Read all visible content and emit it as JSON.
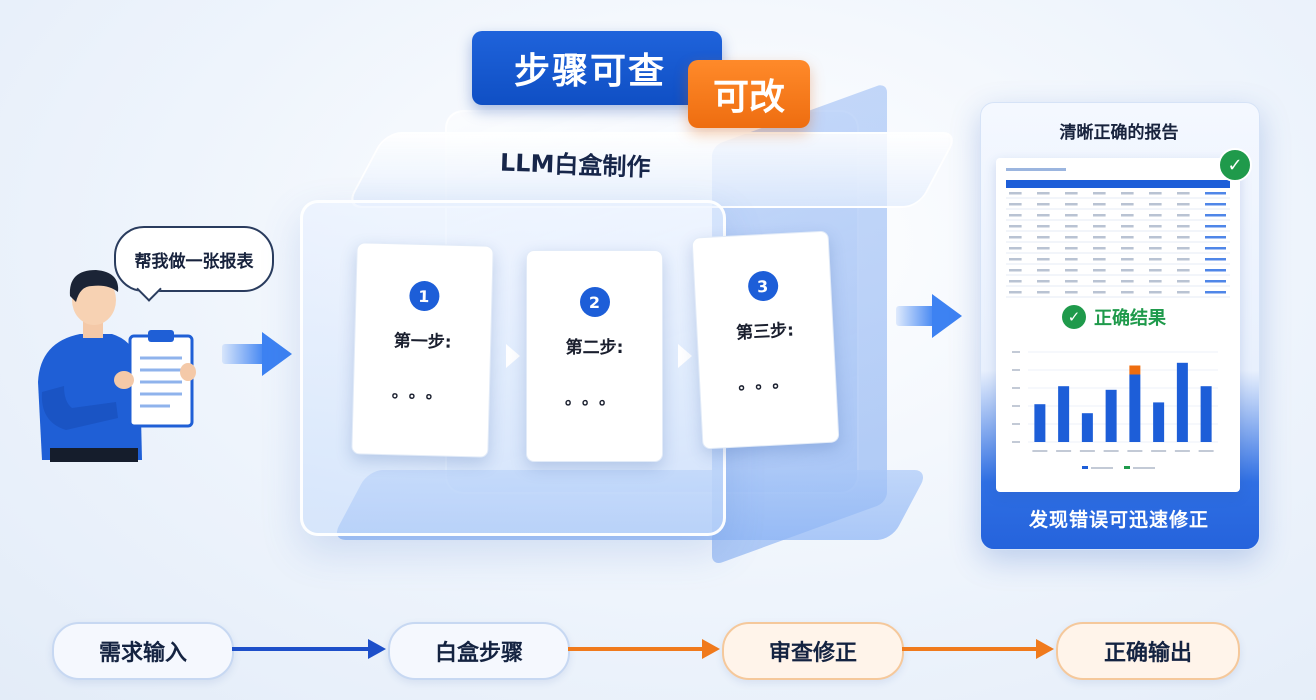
{
  "header": {
    "badge_main": "步骤可查",
    "badge_accent": "可改"
  },
  "box": {
    "title": "LLM白盒制作"
  },
  "user": {
    "speech": "帮我做一张报表"
  },
  "steps": [
    {
      "number": "1",
      "label": "第一步:",
      "ellipsis": "。。。"
    },
    {
      "number": "2",
      "label": "第二步:",
      "ellipsis": "。。。"
    },
    {
      "number": "3",
      "label": "第三步:",
      "ellipsis": "。。。"
    }
  ],
  "report": {
    "title": "清晰正确的报告",
    "result_label": "正确结果",
    "footer": "发现错误可迅速修正",
    "table": {
      "columns": 8,
      "rows": 10
    },
    "chart_bars": [
      {
        "value": 42,
        "highlight": 0
      },
      {
        "value": 62,
        "highlight": 0
      },
      {
        "value": 32,
        "highlight": 0
      },
      {
        "value": 58,
        "highlight": 0
      },
      {
        "value": 75,
        "highlight": 10
      },
      {
        "value": 44,
        "highlight": 0
      },
      {
        "value": 88,
        "highlight": 0
      },
      {
        "value": 62,
        "highlight": 0
      }
    ]
  },
  "pipeline": [
    {
      "label": "需求输入",
      "tone": "blue"
    },
    {
      "label": "白盒步骤",
      "tone": "blue"
    },
    {
      "label": "审查修正",
      "tone": "orange"
    },
    {
      "label": "正确输出",
      "tone": "orange"
    }
  ],
  "colors": {
    "primary_blue": "#1d5ed8",
    "accent_orange": "#ee6d10",
    "success_green": "#1f9a4b",
    "flow_blue": "#1d4fc9",
    "flow_orange": "#f07a1c"
  }
}
